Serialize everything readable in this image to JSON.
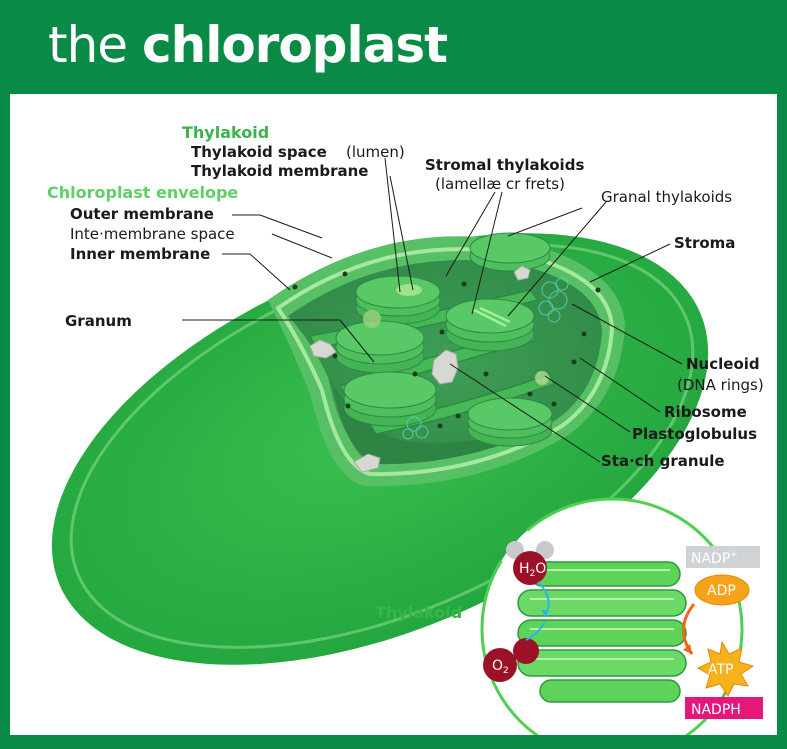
{
  "title": {
    "light": "the ",
    "bold": "chloroplast"
  },
  "colors": {
    "frame": "#0a8a47",
    "outer_body": "#2fb848",
    "stroma": "#3aa152",
    "lumen_green": "#7dd76c",
    "nadp_bg": "#cfd3d6",
    "adp_fill": "#f6a21b",
    "atp_fill": "#f7b21b",
    "nadph_bg": "#e6177a",
    "molecule_red": "#9c1127"
  },
  "labels": {
    "thylakoid_heading": "Thylakoid",
    "thylakoid_space": "Thylakoid space",
    "thylakoid_space_note": "(lumen)",
    "thylakoid_membrane": "Thylakoid membrane",
    "stromal_thylakoids": "Stromal thylakoids",
    "stromal_thylakoids_note": "(lamellæ cr frets)",
    "granal_thylakoids": "Granal thylakoids",
    "envelope_heading": "Chloroplast envelope",
    "outer_membrane": "Outer membrane",
    "intermembrane_space": "Inte·membrane space",
    "inner_membrane": "Inner membrane",
    "stroma": "Stroma",
    "granum": "Granum",
    "nucleoid": "Nucleoid",
    "nucleoid_note": "(DNA rings)",
    "ribosome": "Ribosome",
    "plastoglobulus": "Plastoglobulus",
    "starch_granule": "Sta·ch granule"
  },
  "inset": {
    "label": "Thylakoid",
    "h2o_main": "H",
    "h2o_sub": "2",
    "h2o_end": "O",
    "o2_main": "O",
    "o2_sub": "2",
    "nadp_main": "NADP",
    "nadp_sup": "+",
    "adp": "ADP",
    "atp": "ATP",
    "nadph": "NADPH"
  }
}
